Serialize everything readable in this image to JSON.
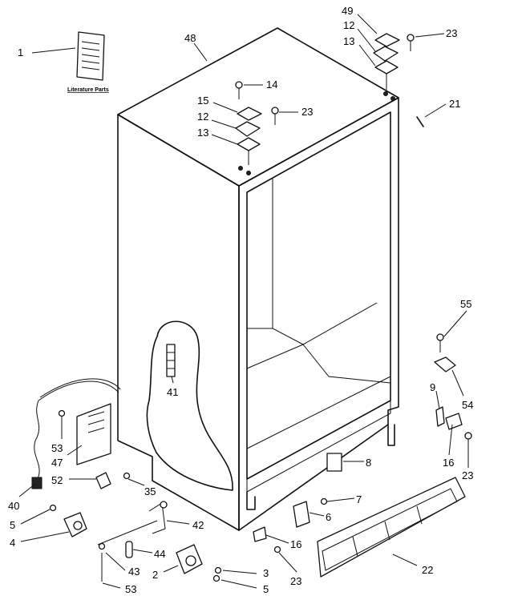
{
  "caption": "Literature Parts",
  "callouts": [
    {
      "id": "c1",
      "text": "1"
    },
    {
      "id": "c48",
      "text": "48"
    },
    {
      "id": "c49",
      "text": "49"
    },
    {
      "id": "c12a",
      "text": "12"
    },
    {
      "id": "c13a",
      "text": "13"
    },
    {
      "id": "c23a",
      "text": "23"
    },
    {
      "id": "c14",
      "text": "14"
    },
    {
      "id": "c15",
      "text": "15"
    },
    {
      "id": "c12b",
      "text": "12"
    },
    {
      "id": "c13b",
      "text": "13"
    },
    {
      "id": "c23b",
      "text": "23"
    },
    {
      "id": "c21",
      "text": "21"
    },
    {
      "id": "c55",
      "text": "55"
    },
    {
      "id": "c41",
      "text": "41"
    },
    {
      "id": "c54",
      "text": "54"
    },
    {
      "id": "c9",
      "text": "9"
    },
    {
      "id": "c53a",
      "text": "53"
    },
    {
      "id": "c47",
      "text": "47"
    },
    {
      "id": "c52",
      "text": "52"
    },
    {
      "id": "c35",
      "text": "35"
    },
    {
      "id": "c8",
      "text": "8"
    },
    {
      "id": "c16a",
      "text": "16"
    },
    {
      "id": "c23c",
      "text": "23"
    },
    {
      "id": "c40",
      "text": "40"
    },
    {
      "id": "c7",
      "text": "7"
    },
    {
      "id": "c6",
      "text": "6"
    },
    {
      "id": "c5a",
      "text": "5"
    },
    {
      "id": "c42",
      "text": "42"
    },
    {
      "id": "c4",
      "text": "4"
    },
    {
      "id": "c16b",
      "text": "16"
    },
    {
      "id": "c44",
      "text": "44"
    },
    {
      "id": "c22",
      "text": "22"
    },
    {
      "id": "c43",
      "text": "43"
    },
    {
      "id": "c2",
      "text": "2"
    },
    {
      "id": "c3",
      "text": "3"
    },
    {
      "id": "c23d",
      "text": "23"
    },
    {
      "id": "c5b",
      "text": "5"
    },
    {
      "id": "c53b",
      "text": "53"
    }
  ]
}
